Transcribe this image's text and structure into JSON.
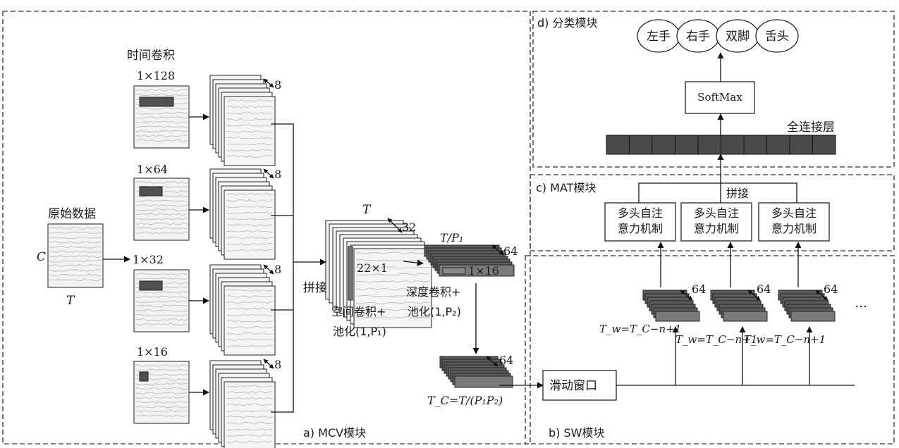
{
  "modules": {
    "mcv": "a)  MCV模块",
    "sw": "b)  SW模块",
    "mat": "c)  MAT模块",
    "cls": "d)  分类模块"
  },
  "mcv": {
    "raw_title": "原始数据",
    "raw_c": "C",
    "raw_t": "T",
    "temporal_conv": "时间卷积",
    "kernels": [
      "1×128",
      "1×64",
      "1×32",
      "1×16"
    ],
    "depth_8": "8",
    "concat": "拼接",
    "concat_top": "T",
    "concat_depth": "32",
    "spatial_kernel": "22×1",
    "spatial_label_1": "空间卷积+",
    "spatial_label_2": "池化(1,P₁)",
    "depthwise_top": "T/P₁",
    "depthwise_depth": "64",
    "depthwise_kernel": "1×16",
    "depthwise_label_1": "深度卷积+",
    "depthwise_label_2": "池化(1,P₂)",
    "tc_depth": "64",
    "tc_label": "T_C=T/(P₁P₂)"
  },
  "sw": {
    "slide_window": "滑动窗口",
    "window_depth": "64",
    "window_label": "T_w=T_C−n+1",
    "ellipsis": "…"
  },
  "mat": {
    "concat": "拼接",
    "heads": [
      "多头自注\n意力机制",
      "多头自注\n意力机制",
      "多头自注\n意力机制"
    ]
  },
  "cls": {
    "fc_label": "全连接层",
    "softmax": "SoftMax",
    "classes": [
      "左手",
      "右手",
      "双脚",
      "舌头"
    ],
    "fc_units": 10
  }
}
